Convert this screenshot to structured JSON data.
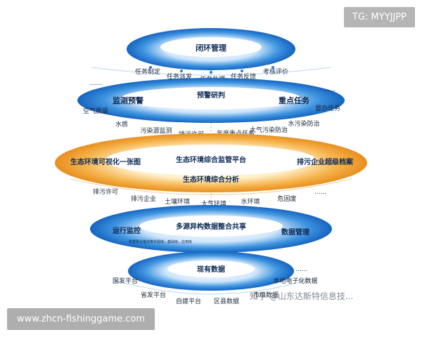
{
  "corner_tag": "TG: MYYJJPP",
  "footer_url": "www.zhcn-fishinggame.com",
  "watermark": "知乎 @山东达斯特信息技...",
  "colors": {
    "blue": "#2a7fd6",
    "orange": "#f2a23a",
    "text": "#1d2a3a",
    "center_text": "#0d2a55"
  },
  "tiers": {
    "closed_loop": {
      "title": "闭环管理",
      "steps": [
        "任务制定",
        "任务派发",
        "任务处理",
        "任务反馈",
        "考核评价"
      ]
    },
    "warning": {
      "center": "预警研判",
      "left": "监测预警",
      "right": "重点任务",
      "items": [
        "空气质量",
        "水质",
        "污染源监测",
        "排污许可",
        "年度重点任务",
        "大气污染防治",
        "水污染防治",
        "督办任务"
      ],
      "more": "......"
    },
    "platform": {
      "center": "生态环境综合监管平台",
      "left": "生态环境可视化一张图",
      "right": "排污企业超级档案",
      "sub": "生态环境综合分析",
      "items": [
        "排污许可",
        "排污企业",
        "土壤环境",
        "大气环境",
        "水环境",
        "危固废"
      ],
      "more": "......"
    },
    "integration": {
      "center": "多源异构数据整合共享",
      "left": "运行监控",
      "left_note": "数据整合描述等专题库，基础库，应用库",
      "right": "数据管理"
    },
    "existing": {
      "center": "现有数据",
      "items": [
        "国发平台",
        "省发平台",
        "自建平台",
        "区县数据",
        "市级数据",
        "本地电子化数据"
      ],
      "more": "......"
    }
  }
}
